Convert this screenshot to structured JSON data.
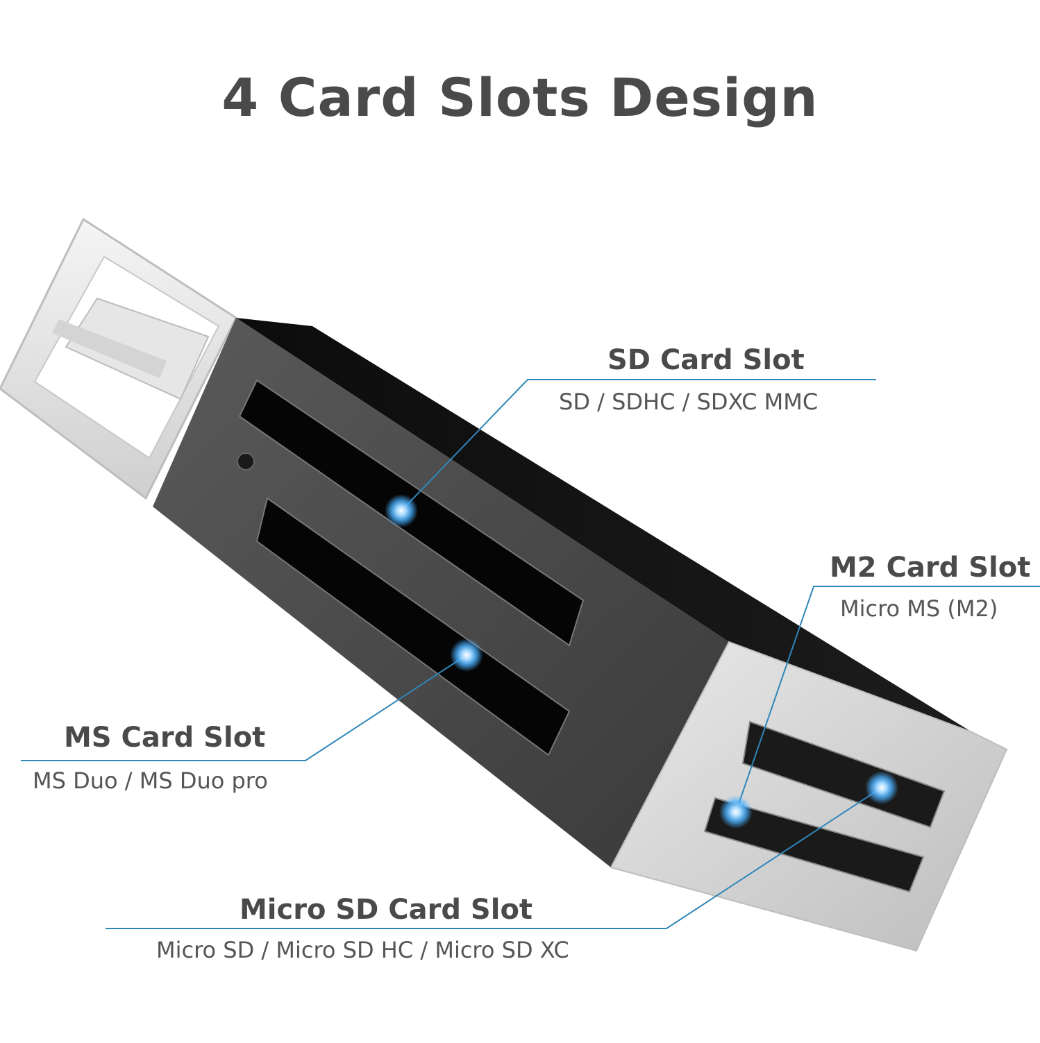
{
  "title": "4 Card Slots Design",
  "colors": {
    "callout_line": "#2f86b8",
    "glow": "#4ab0ff",
    "title_text": "#4a4a4a"
  },
  "slots": {
    "sd": {
      "label": "SD Card Slot",
      "formats": "SD / SDHC / SDXC MMC"
    },
    "m2": {
      "label": "M2 Card Slot",
      "formats": "Micro MS  (M2)"
    },
    "ms": {
      "label": "MS Card Slot",
      "formats": "MS Duo / MS Duo pro"
    },
    "microsd": {
      "label": "Micro SD Card Slot",
      "formats": "Micro SD / Micro SD HC / Micro SD XC"
    }
  }
}
